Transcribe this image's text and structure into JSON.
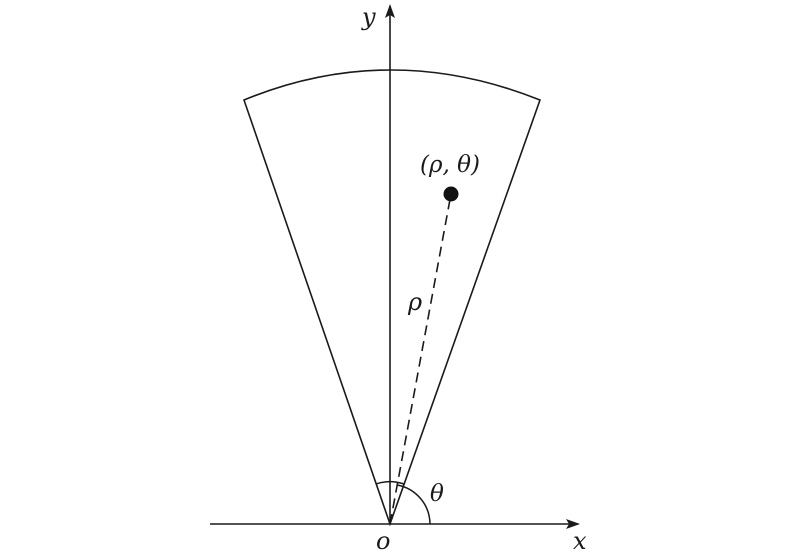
{
  "diagram": {
    "axes": {
      "x_label": "x",
      "y_label": "y",
      "origin_label": "o"
    },
    "point": {
      "label": "(ρ, θ)"
    },
    "radius": {
      "label": "ρ"
    },
    "angle": {
      "label": "θ"
    },
    "colors": {
      "stroke": "#1a1a1a",
      "background": "#ffffff"
    }
  }
}
